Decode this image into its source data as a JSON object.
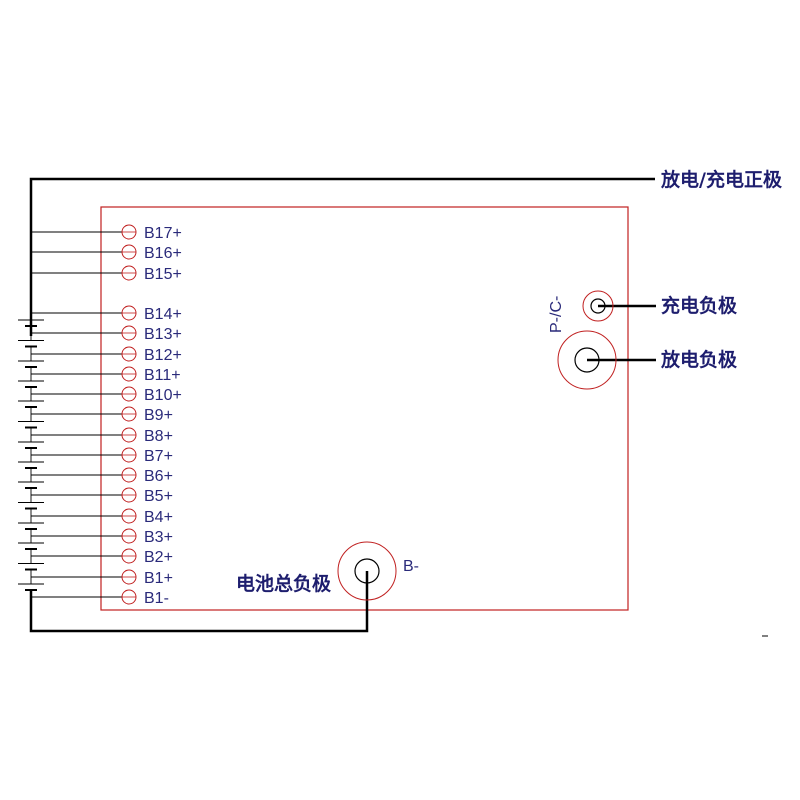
{
  "colors": {
    "board_outline": "#c02020",
    "wire": "#000000",
    "label_text": "#2a2a7a",
    "annotation_text": "#1e1e6e"
  },
  "pins": [
    "B17+",
    "B16+",
    "B15+",
    "B14+",
    "B13+",
    "B12+",
    "B11+",
    "B10+",
    "B9+",
    "B8+",
    "B7+",
    "B6+",
    "B5+",
    "B4+",
    "B3+",
    "B2+",
    "B1+",
    "B1-"
  ],
  "terminals": {
    "pc_label": "P-/C-",
    "b_minus_label": "B-"
  },
  "annotations": {
    "discharge_charge_positive": "放电/充电正极",
    "charge_negative": "充电负极",
    "discharge_negative": "放电负极",
    "battery_total_negative": "电池总负极"
  }
}
